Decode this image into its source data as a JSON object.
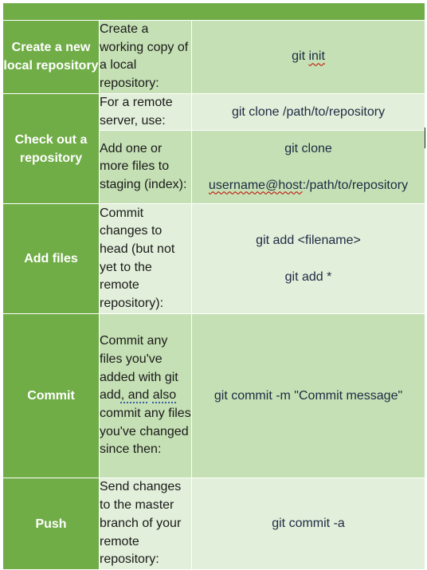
{
  "colors": {
    "header_green": "#70ad47",
    "tint_dark": "#c5e0b4",
    "tint_light": "#e2efda",
    "spell_error_underline": "#c00000",
    "grammar_underline": "#3a5f9f"
  },
  "rows": [
    {
      "label": "Create a new local repository",
      "entries": [
        {
          "description": "Create a working copy of a local repository:",
          "commands": [
            "git init"
          ]
        }
      ]
    },
    {
      "label": "Check out a repository",
      "entries": [
        {
          "description": "For a remote server, use:",
          "commands": [
            "git clone /path/to/repository"
          ]
        },
        {
          "description": "Add one or more files to staging (index):",
          "commands": [
            "git clone",
            "username@host:/path/to/repository"
          ]
        }
      ]
    },
    {
      "label": "Add files",
      "entries": [
        {
          "description": "Commit changes to head (but not yet to the remote repository):",
          "commands": [
            "git add <filename>",
            "git add *"
          ]
        }
      ]
    },
    {
      "label": "Commit",
      "entries": [
        {
          "description": "Commit any files you've added with git add, and also commit any files you've changed since then:",
          "commands": [
            "git commit -m \"Commit message\""
          ]
        }
      ]
    },
    {
      "label": "Push",
      "entries": [
        {
          "description": "Send changes to the master branch of your remote repository:",
          "commands": [
            "git commit -a"
          ]
        }
      ]
    }
  ],
  "spellcheck": {
    "row0_cmd_prefix": "git ",
    "row0_cmd_flagged": "init",
    "row1b_cmd_flagged": "username@host",
    "row1b_cmd_suffix": ":/path/to/repository",
    "row3_desc_before": "Commit any files you've added with git add",
    "row3_desc_flagged_1": ", and",
    "row3_desc_flagged_2": "also",
    "row3_desc_after": " commit any files you've changed since then:"
  }
}
